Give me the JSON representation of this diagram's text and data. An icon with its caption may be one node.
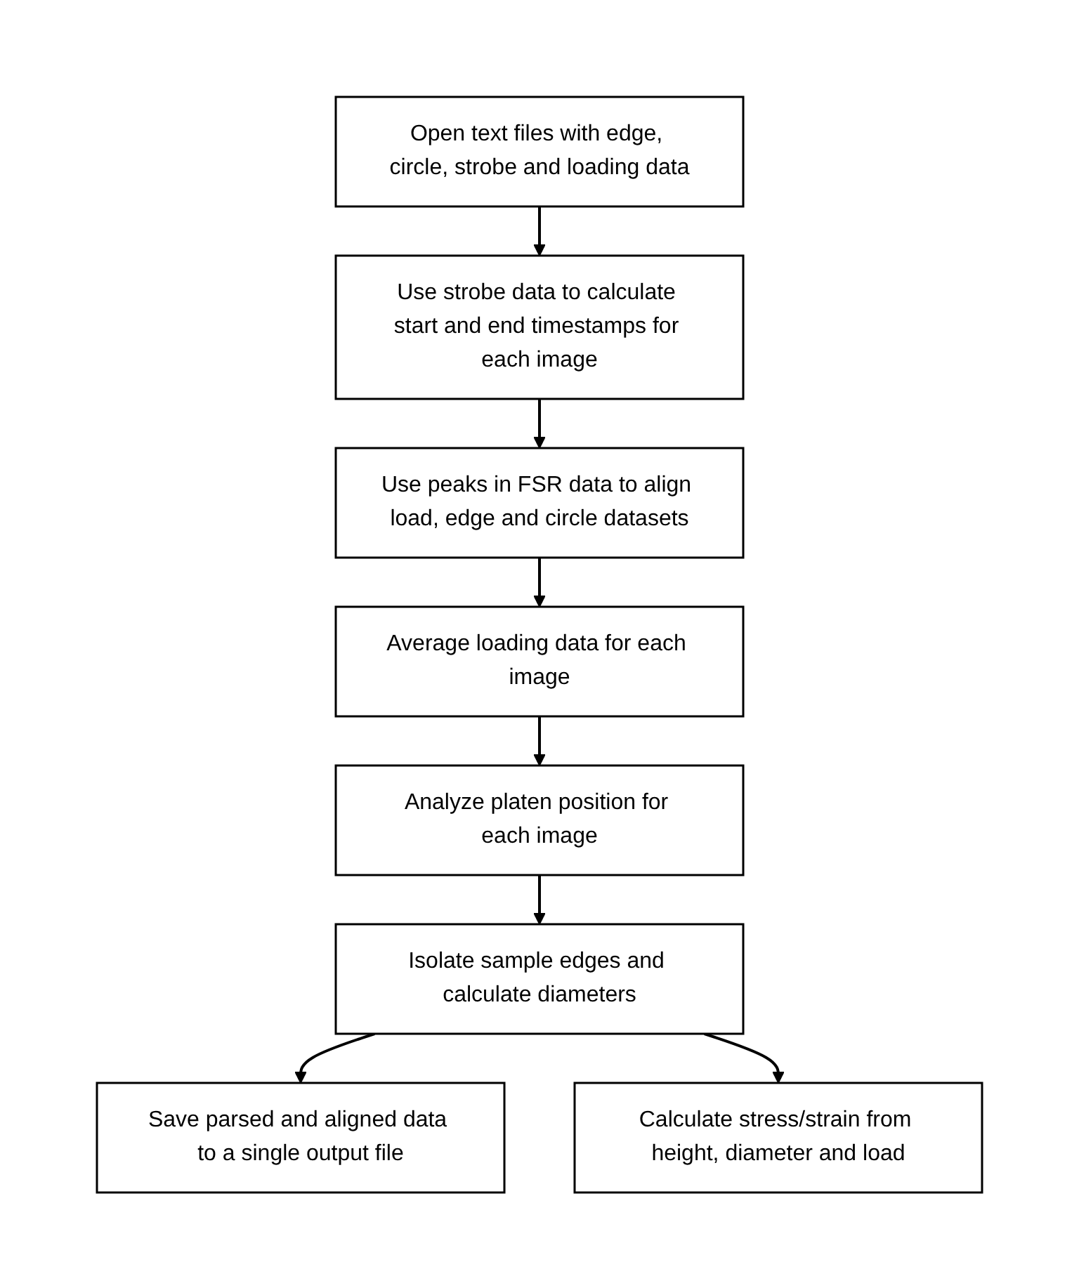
{
  "diagram": {
    "nodes": [
      {
        "text": [
          "Open text files with edge, circle, strobe and loading data"
        ]
      },
      {
        "text": [
          "Use strobe data to calculate start and end timestamps for each image"
        ]
      },
      {
        "text": [
          "Use peaks in FSR data to align load, edge and circle datasets"
        ]
      },
      {
        "text": [
          "Average loading data for each image"
        ]
      },
      {
        "text": [
          "Analyze platen position for each image"
        ]
      },
      {
        "text": [
          "Isolate sample edges and calculate diameters"
        ]
      },
      {
        "text": [
          "Save parsed and aligned data to a single output file"
        ]
      },
      {
        "text": [
          "Calculate stress/strain from height, diameter and load"
        ]
      }
    ],
    "edges": [
      {
        "from": 0,
        "to": 1,
        "arrow": "to"
      },
      {
        "from": 1,
        "to": 2,
        "arrow": "to"
      },
      {
        "from": 2,
        "to": 3,
        "arrow": "to"
      },
      {
        "from": 3,
        "to": 4,
        "arrow": "to"
      },
      {
        "from": 4,
        "to": 5,
        "arrow": "to"
      },
      {
        "from": 5,
        "to": 6,
        "arrow": "to"
      },
      {
        "from": 5,
        "to": 7,
        "arrow": "to"
      }
    ]
  }
}
